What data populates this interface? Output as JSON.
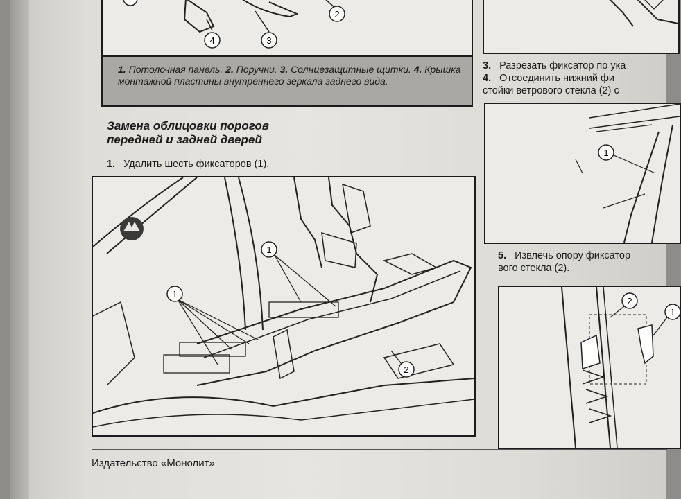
{
  "figure_top": {
    "callouts": [
      "4",
      "3",
      "2"
    ]
  },
  "caption": {
    "n1": "1.",
    "t1": "Потолочная панель.",
    "n2": "2.",
    "t2": "Поручни.",
    "n3": "3.",
    "t3": "Солнцезащитные щитки.",
    "n4": "4.",
    "t4": "Крышка монтажной пластины внутреннего зеркала заднего вида."
  },
  "heading": {
    "line1": "Замена облицовки порогов",
    "line2": "передней и задней дверей"
  },
  "steps": [
    {
      "num": "1.",
      "text": "Удалить шесть фиксаторов (1)."
    },
    {
      "num": "3.",
      "text": "Разрезать фиксатор по ука"
    },
    {
      "num": "4.",
      "text": "Отсоединить нижний фи",
      "text2": "стойки ветрового стекла (2) с"
    },
    {
      "num": "5.",
      "text": "Извлечь опору фиксатор",
      "text2": "вого стекла (2)."
    }
  ],
  "figure_main": {
    "callouts": [
      "1",
      "1",
      "2"
    ]
  },
  "figure_right_mid": {
    "callouts": [
      "1"
    ]
  },
  "figure_right_bottom": {
    "callouts": [
      "2",
      "1"
    ]
  },
  "footer": {
    "publisher": "Издательство «Монолит»"
  }
}
